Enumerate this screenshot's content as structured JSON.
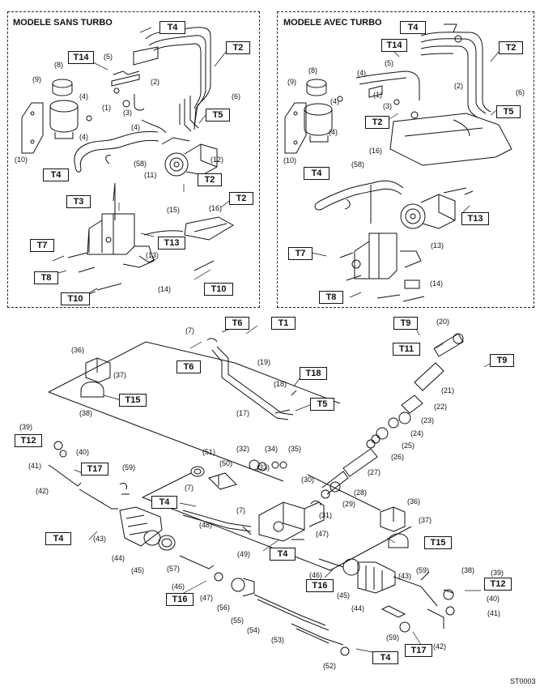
{
  "titles": {
    "without_turbo": "MODELE SANS TURBO",
    "with_turbo": "MODELE AVEC TURBO"
  },
  "figure_code": "ST0003",
  "torque_tags": {
    "t1": "T1",
    "t2": "T2",
    "t3": "T3",
    "t4": "T4",
    "t5": "T5",
    "t6": "T6",
    "t7": "T7",
    "t8": "T8",
    "t9": "T9",
    "t10": "T10",
    "t11": "T11",
    "t12": "T12",
    "t13": "T13",
    "t14": "T14",
    "t15": "T15",
    "t16": "T16",
    "t17": "T17",
    "t18": "T18"
  },
  "part_numbers": {
    "p1": "(1)",
    "p2": "(2)",
    "p3": "(3)",
    "p4": "(4)",
    "p5": "(5)",
    "p6": "(6)",
    "p7": "(7)",
    "p8": "(8)",
    "p9": "(9)",
    "p10": "(10)",
    "p11": "(11)",
    "p12": "(12)",
    "p13": "(13)",
    "p14": "(14)",
    "p15": "(15)",
    "p16": "(16)",
    "p17": "(17)",
    "p18": "(18)",
    "p19": "(19)",
    "p20": "(20)",
    "p21": "(21)",
    "p22": "(22)",
    "p23": "(23)",
    "p24": "(24)",
    "p25": "(25)",
    "p26": "(26)",
    "p27": "(27)",
    "p28": "(28)",
    "p29": "(29)",
    "p30": "(30)",
    "p31": "(31)",
    "p32": "(32)",
    "p33": "(33)",
    "p34": "(34)",
    "p35": "(35)",
    "p36": "(36)",
    "p37": "(37)",
    "p38": "(38)",
    "p39": "(39)",
    "p40": "(40)",
    "p41": "(41)",
    "p42": "(42)",
    "p43": "(43)",
    "p44": "(44)",
    "p45": "(45)",
    "p46": "(46)",
    "p47": "(47)",
    "p48": "(48)",
    "p49": "(49)",
    "p50": "(50)",
    "p51": "(51)",
    "p52": "(52)",
    "p53": "(53)",
    "p54": "(54)",
    "p55": "(55)",
    "p56": "(56)",
    "p57": "(57)",
    "p58": "(58)",
    "p59": "(59)"
  },
  "colors": {
    "line": "#111111",
    "background": "#ffffff"
  }
}
